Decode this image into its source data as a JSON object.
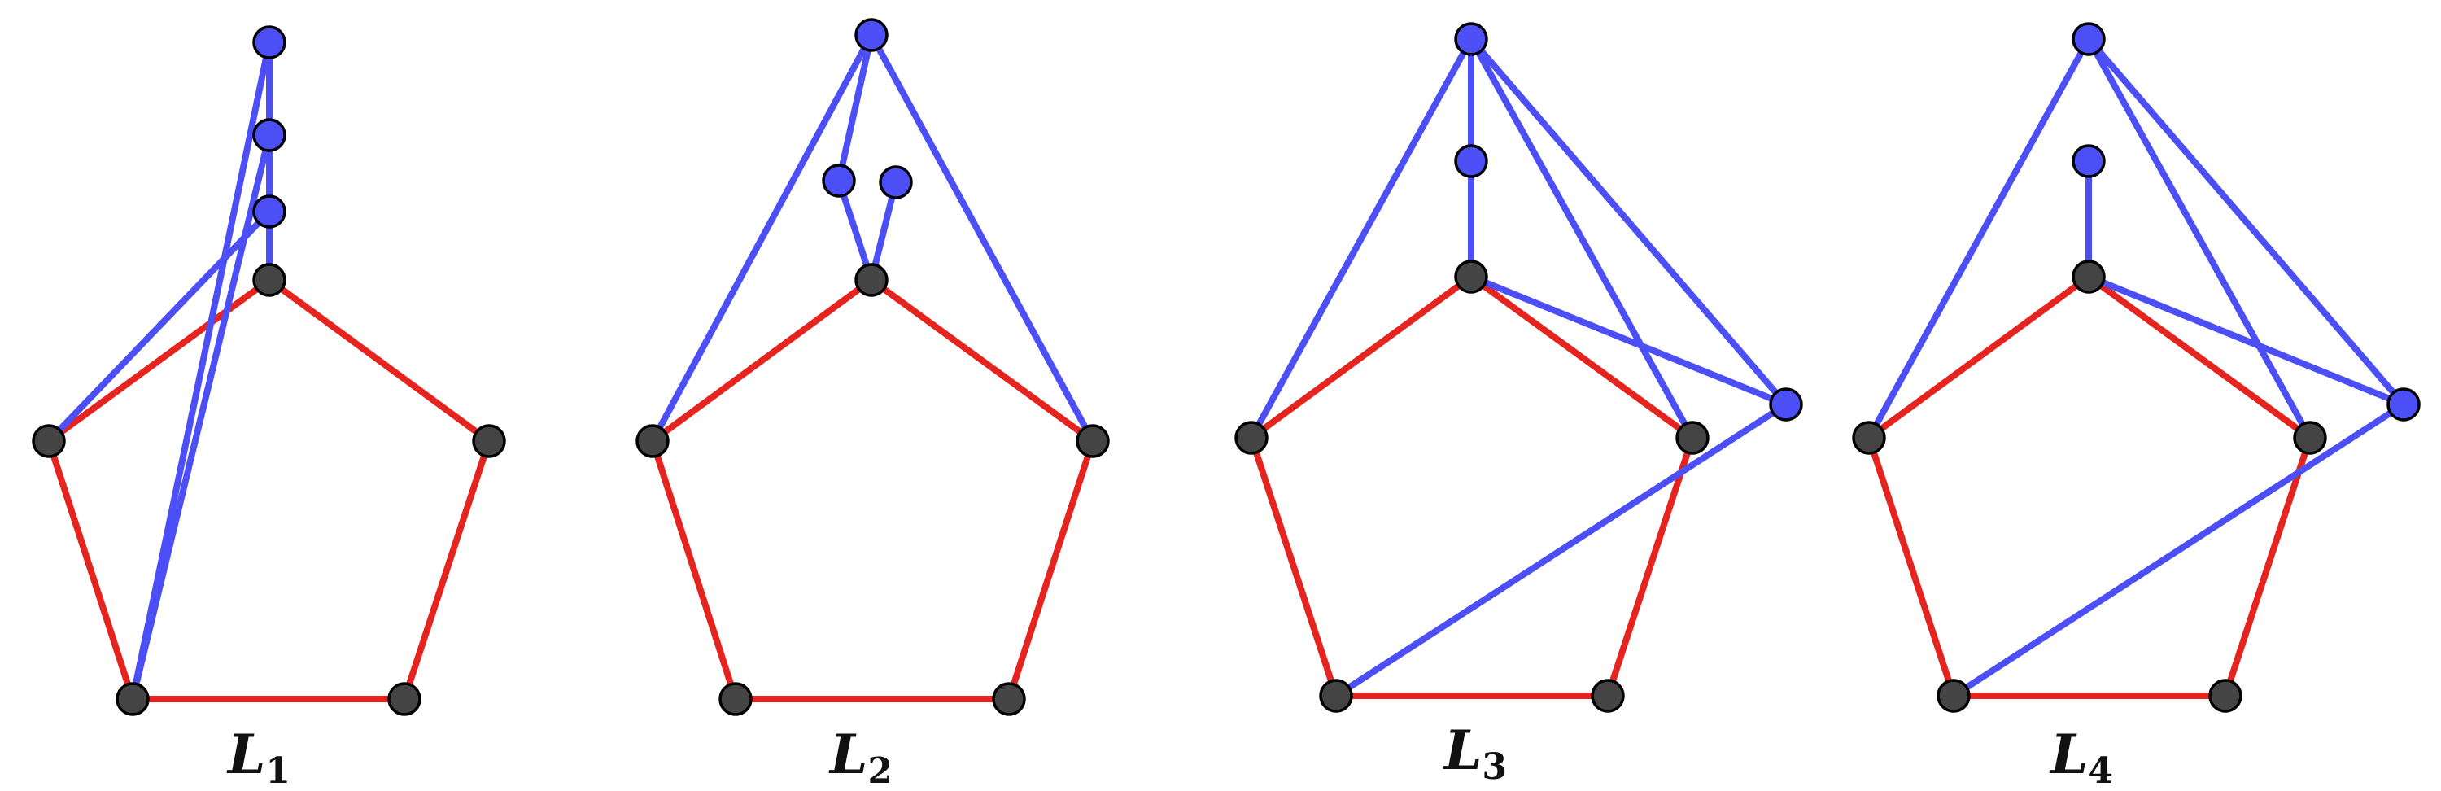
{
  "colors": {
    "base_edge": "#e5231f",
    "added_edge": "#4b4ff5",
    "base_node": "#444444",
    "added_node": "#4b4ff5"
  },
  "graphs": [
    {
      "id": "L1",
      "label": "L",
      "subscript": "1",
      "edges": [
        {
          "from": "a",
          "to": "b",
          "kind": "base"
        },
        {
          "from": "b",
          "to": "c",
          "kind": "base"
        },
        {
          "from": "c",
          "to": "d",
          "kind": "base"
        },
        {
          "from": "d",
          "to": "e",
          "kind": "base"
        },
        {
          "from": "e",
          "to": "a",
          "kind": "base"
        },
        {
          "from": "t",
          "to": "e",
          "kind": "added"
        },
        {
          "from": "t",
          "to": "b",
          "kind": "added"
        },
        {
          "from": "m",
          "to": "e",
          "kind": "added"
        },
        {
          "from": "m",
          "to": "b",
          "kind": "added"
        },
        {
          "from": "m",
          "to": "p",
          "kind": "added"
        },
        {
          "from": "p",
          "to": "a",
          "kind": "added"
        }
      ],
      "nodes": [
        {
          "id": "a",
          "kind": "base"
        },
        {
          "id": "b",
          "kind": "base"
        },
        {
          "id": "c",
          "kind": "base"
        },
        {
          "id": "d",
          "kind": "base"
        },
        {
          "id": "e",
          "kind": "base"
        },
        {
          "id": "t",
          "kind": "added"
        },
        {
          "id": "m",
          "kind": "added"
        },
        {
          "id": "p",
          "kind": "added"
        }
      ]
    },
    {
      "id": "L2",
      "label": "L",
      "subscript": "2",
      "edges": [
        {
          "from": "a",
          "to": "b",
          "kind": "base"
        },
        {
          "from": "b",
          "to": "c",
          "kind": "base"
        },
        {
          "from": "c",
          "to": "d",
          "kind": "base"
        },
        {
          "from": "d",
          "to": "e",
          "kind": "base"
        },
        {
          "from": "e",
          "to": "a",
          "kind": "base"
        },
        {
          "from": "t",
          "to": "e",
          "kind": "added"
        },
        {
          "from": "t",
          "to": "b",
          "kind": "added"
        },
        {
          "from": "t",
          "to": "p",
          "kind": "added"
        },
        {
          "from": "p",
          "to": "a",
          "kind": "added"
        },
        {
          "from": "q",
          "to": "a",
          "kind": "added"
        }
      ],
      "nodes": [
        {
          "id": "a",
          "kind": "base"
        },
        {
          "id": "b",
          "kind": "base"
        },
        {
          "id": "c",
          "kind": "base"
        },
        {
          "id": "d",
          "kind": "base"
        },
        {
          "id": "e",
          "kind": "base"
        },
        {
          "id": "t",
          "kind": "added"
        },
        {
          "id": "p",
          "kind": "added"
        },
        {
          "id": "q",
          "kind": "added"
        }
      ]
    },
    {
      "id": "L3",
      "label": "L",
      "subscript": "3",
      "edges": [
        {
          "from": "a",
          "to": "b",
          "kind": "base"
        },
        {
          "from": "b",
          "to": "c",
          "kind": "base"
        },
        {
          "from": "c",
          "to": "d",
          "kind": "base"
        },
        {
          "from": "d",
          "to": "e",
          "kind": "base"
        },
        {
          "from": "e",
          "to": "a",
          "kind": "base"
        },
        {
          "from": "t",
          "to": "e",
          "kind": "added"
        },
        {
          "from": "t",
          "to": "b",
          "kind": "added"
        },
        {
          "from": "t",
          "to": "p",
          "kind": "added"
        },
        {
          "from": "p",
          "to": "a",
          "kind": "added"
        },
        {
          "from": "t",
          "to": "r",
          "kind": "added"
        },
        {
          "from": "a",
          "to": "r",
          "kind": "added"
        },
        {
          "from": "r",
          "to": "c",
          "kind": "added"
        }
      ],
      "nodes": [
        {
          "id": "a",
          "kind": "base"
        },
        {
          "id": "b",
          "kind": "base"
        },
        {
          "id": "c",
          "kind": "base"
        },
        {
          "id": "d",
          "kind": "base"
        },
        {
          "id": "e",
          "kind": "base"
        },
        {
          "id": "t",
          "kind": "added"
        },
        {
          "id": "p",
          "kind": "added"
        },
        {
          "id": "r",
          "kind": "added"
        }
      ]
    },
    {
      "id": "L4",
      "label": "L",
      "subscript": "4",
      "edges": [
        {
          "from": "a",
          "to": "b",
          "kind": "base"
        },
        {
          "from": "b",
          "to": "c",
          "kind": "base"
        },
        {
          "from": "c",
          "to": "d",
          "kind": "base"
        },
        {
          "from": "d",
          "to": "e",
          "kind": "base"
        },
        {
          "from": "e",
          "to": "a",
          "kind": "base"
        },
        {
          "from": "t",
          "to": "e",
          "kind": "added"
        },
        {
          "from": "t",
          "to": "b",
          "kind": "added"
        },
        {
          "from": "a",
          "to": "p",
          "kind": "added"
        },
        {
          "from": "t",
          "to": "r",
          "kind": "added"
        },
        {
          "from": "a",
          "to": "r",
          "kind": "added"
        },
        {
          "from": "r",
          "to": "c",
          "kind": "added"
        }
      ],
      "nodes": [
        {
          "id": "a",
          "kind": "base"
        },
        {
          "id": "b",
          "kind": "base"
        },
        {
          "id": "c",
          "kind": "base"
        },
        {
          "id": "d",
          "kind": "base"
        },
        {
          "id": "e",
          "kind": "base"
        },
        {
          "id": "t",
          "kind": "added"
        },
        {
          "id": "p",
          "kind": "added"
        },
        {
          "id": "r",
          "kind": "added"
        }
      ]
    }
  ]
}
